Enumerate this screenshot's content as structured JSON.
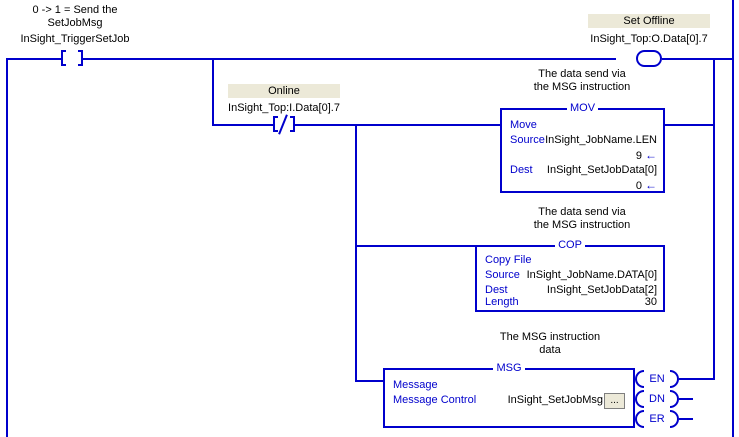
{
  "colors": {
    "wire": "#0000cc",
    "label": "#0000cc",
    "value": "#000000",
    "tag_highlight": "#ece9d8",
    "background": "#ffffff"
  },
  "rung": {
    "trigger_contact": {
      "comment": "0 -> 1 = Send the\nSetJobMsg",
      "tag": "InSight_TriggerSetJob",
      "type": "XIC"
    },
    "offline_coil": {
      "description": "Set Offline",
      "tag": "InSight_Top:O.Data[0].7",
      "type": "OTE"
    },
    "online_contact": {
      "description": "Online",
      "tag": "InSight_Top:I.Data[0].7",
      "type": "XIO"
    }
  },
  "blocks": [
    {
      "id": "mov",
      "title": "MOV",
      "comment": "The data send via\nthe MSG instruction",
      "rows": [
        {
          "label": "Move",
          "value": ""
        },
        {
          "label": "Source",
          "value": "InSight_JobName.LEN"
        },
        {
          "label": "",
          "value": "9",
          "arrow": "←"
        },
        {
          "label": "Dest",
          "value": "InSight_SetJobData[0]"
        },
        {
          "label": "",
          "value": "0",
          "arrow": "←"
        }
      ]
    },
    {
      "id": "cop",
      "title": "COP",
      "comment": "The data send via\nthe MSG instruction",
      "rows": [
        {
          "label": "Copy File",
          "value": ""
        },
        {
          "label": "Source",
          "value": "InSight_JobName.DATA[0]"
        },
        {
          "label": "Dest",
          "value": "InSight_SetJobData[2]"
        },
        {
          "label": "Length",
          "value": "30"
        }
      ]
    },
    {
      "id": "msg",
      "title": "MSG",
      "comment": "The MSG instruction\ndata",
      "rows": [
        {
          "label": "Message",
          "value": ""
        },
        {
          "label": "Message Control",
          "value": "InSight_SetJobMsg"
        }
      ],
      "browse_button": "...",
      "outputs": [
        "EN",
        "DN",
        "ER"
      ]
    }
  ]
}
